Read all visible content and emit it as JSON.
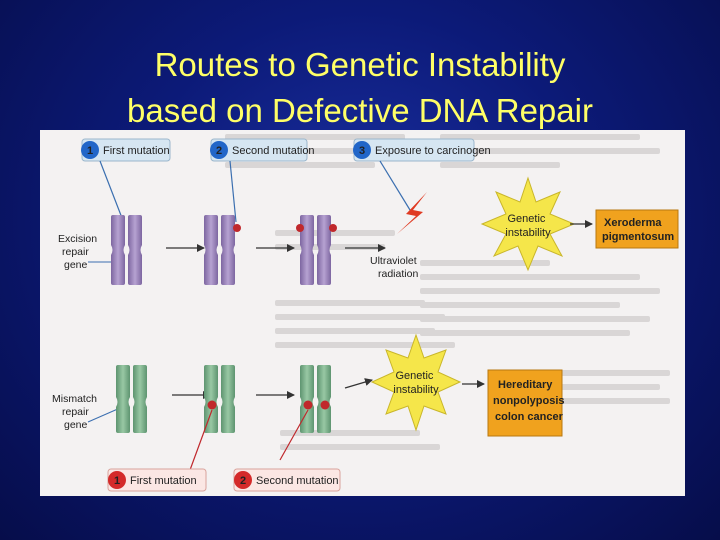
{
  "slide": {
    "title_line1": "Routes to Genetic Instability",
    "title_line2": "based on Defective DNA Repair"
  },
  "colors": {
    "title": "#ffff66",
    "background": "#0c1a78",
    "step_circle": "#2266c8",
    "step_circle_red": "#d42a2a",
    "label_box": "#d6e6f2",
    "chromosome_purple": "#9b84b8",
    "chromosome_green": "#78ae86",
    "mutation_dot": "#c0282c",
    "burst": "#f5e64a",
    "outcome_box": "#f0a21e"
  },
  "top_row": {
    "steps": [
      {
        "num": "1",
        "label": "First mutation"
      },
      {
        "num": "2",
        "label": "Second mutation"
      },
      {
        "num": "3",
        "label": "Exposure to carcinogen"
      }
    ],
    "gene_label": [
      "Excision",
      "repair",
      "gene"
    ],
    "carcinogen_label": [
      "Ultraviolet",
      "radiation"
    ],
    "burst_label": [
      "Genetic",
      "instability"
    ],
    "outcome": [
      "Xeroderma",
      "pigmentosum"
    ]
  },
  "bottom_row": {
    "gene_label": [
      "Mismatch",
      "repair",
      "gene"
    ],
    "burst_label": [
      "Genetic",
      "instability"
    ],
    "outcome": [
      "Hereditary",
      "nonpolyposis",
      "colon cancer"
    ],
    "steps": [
      {
        "num": "1",
        "label": "First mutation"
      },
      {
        "num": "2",
        "label": "Second mutation"
      }
    ]
  }
}
